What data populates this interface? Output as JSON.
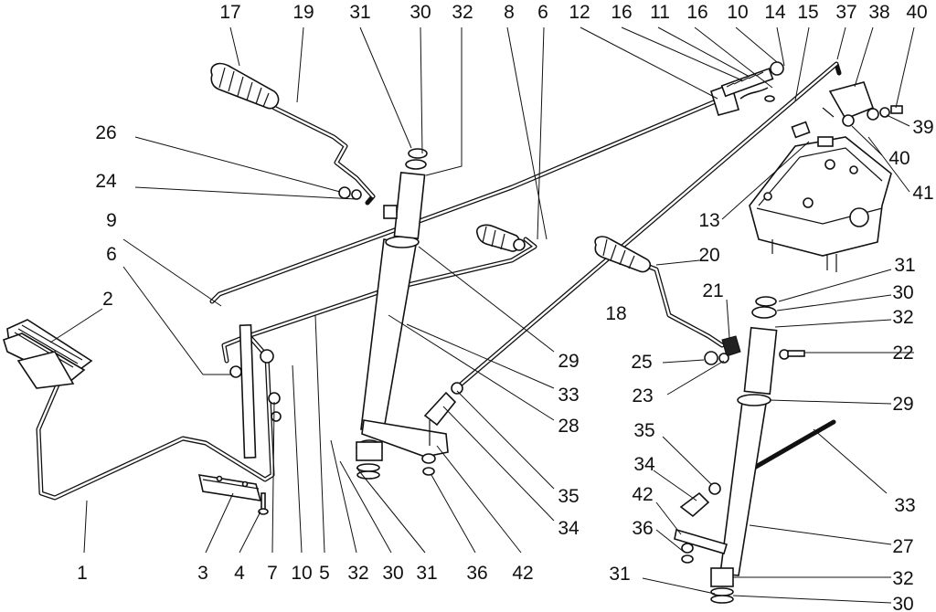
{
  "labels": {
    "top": [
      "17",
      "19",
      "31",
      "30",
      "32",
      "8",
      "6",
      "12",
      "16",
      "11",
      "16",
      "10",
      "14",
      "15",
      "37",
      "38",
      "40"
    ],
    "left": [
      "26",
      "24",
      "9",
      "6",
      "2"
    ],
    "middle": [
      "29",
      "33",
      "28",
      "35",
      "34",
      "13",
      "20",
      "18",
      "21",
      "25",
      "23",
      "35",
      "34",
      "42",
      "36",
      "31"
    ],
    "right": [
      "39",
      "40",
      "41",
      "31",
      "30",
      "32",
      "22",
      "29",
      "33",
      "27",
      "32",
      "30"
    ],
    "bottom": [
      "1",
      "3",
      "4",
      "7",
      "10",
      "5",
      "32",
      "30",
      "31",
      "36",
      "42"
    ]
  }
}
